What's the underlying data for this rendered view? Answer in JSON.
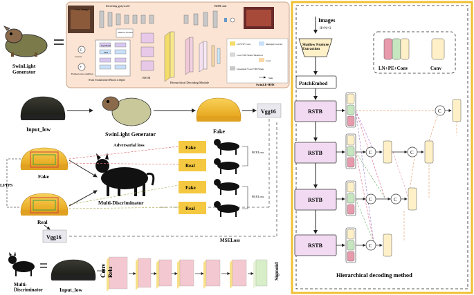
{
  "left": {
    "generator_label": "SwinLight\nGenerator",
    "panel": {
      "low_image": "Low image",
      "inverting_grayscale": "Inverting grayscale",
      "rdb_unit": "RDB unit",
      "shallow_feature": "Shallow feature",
      "concat_word": "Concat",
      "elementwise": "Element-wise addition",
      "swin_block": "Swin Transformer Block x depth",
      "layer_norm": "LayerNorm",
      "mlp": "MLP",
      "rstb": "RSTB",
      "hdm": "Hierarchical Decoding Module",
      "footer": "SwinLE-HHS",
      "legend": [
        "LN+PE+Conv",
        "Conv+BN+Relu+MaxPool",
        "Upsample+Conv+BN+Relu",
        "Multiply/Conv2d",
        "Conv",
        "Skip"
      ]
    },
    "flow": {
      "input_low": "Input_low",
      "generator": "SwinLight Generator",
      "fake": "Fake",
      "vgg_top": "Vgg16",
      "adversarial_loss": "Adversarial loss",
      "lpips": "LPIPS",
      "fake2": "Fake",
      "real2": "Real",
      "multi_disc": "Multi-Discriminator",
      "vgg_bottom": "Vgg16",
      "mse_loss": "MSELoss",
      "pairs": [
        {
          "label": "Fake",
          "loss": "BCELoss"
        },
        {
          "label": "Real",
          "loss": ""
        },
        {
          "label": "Fake",
          "loss": "BCELoss"
        },
        {
          "label": "Real",
          "loss": ""
        }
      ]
    },
    "disc": {
      "label": "Multi-\nDiscriminator",
      "input": "Input_low",
      "conv": "Conv",
      "relu": "Relu",
      "sigmoid": "Sigmoid"
    }
  },
  "right": {
    "images": "Images",
    "images_dim": "H×W×3",
    "shallow": "Shallow Feature\nExtraction",
    "patch": "PatchEmbed",
    "rstb": [
      "RSTB",
      "RSTB",
      "RSTB",
      "RSTB"
    ],
    "legend_a": "LN+PE+Conv",
    "legend_b": "Conv",
    "concat": "C",
    "title": "Hierarchical decoding method",
    "colors": {
      "pink": "#f2dbf2",
      "green": "#c6e6c0",
      "rose": "#e79aac",
      "yellow": "#fff0c8",
      "border_gold": "#f0c030"
    }
  }
}
